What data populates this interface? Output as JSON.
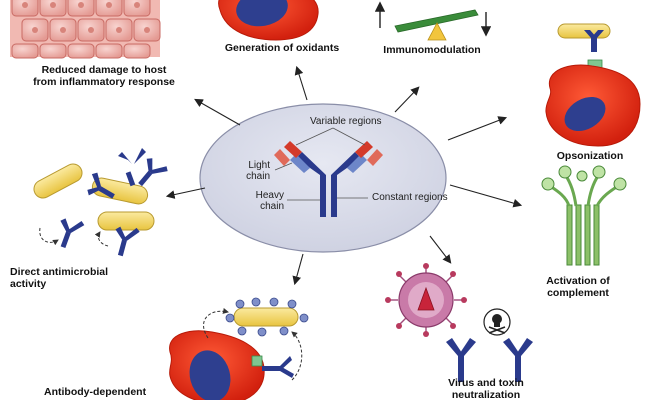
{
  "center": {
    "variable_regions": "Variable regions",
    "light_chain_1": "Light",
    "light_chain_2": "chain",
    "heavy_chain_1": "Heavy",
    "heavy_chain_2": "chain",
    "constant_regions": "Constant regions"
  },
  "functions": {
    "reduced_damage_1": "Reduced damage to host",
    "reduced_damage_2": "from inflammatory response",
    "oxidants": "Generation of oxidants",
    "immunomodulation": "Immunomodulation",
    "opsonization": "Opsonization",
    "complement_1": "Activation of",
    "complement_2": "complement",
    "virus_1": "Virus and toxin",
    "virus_2": "neutralization",
    "antimicrobial_1": "Direct antimicrobial",
    "antimicrobial_2": "activity",
    "adcc": "Antibody-dependent"
  },
  "colors": {
    "ellipse_fill": "#d9dbe8",
    "antibody_blue": "#2a3a8c",
    "variable_red": "#d43a2a",
    "cell_red": "#e0321c",
    "nucleus_blue": "#2e3f8f",
    "bacteria_yellow": "#f2d76a",
    "complement_green": "#8cc068",
    "virus_pink": "#c97aa8"
  }
}
